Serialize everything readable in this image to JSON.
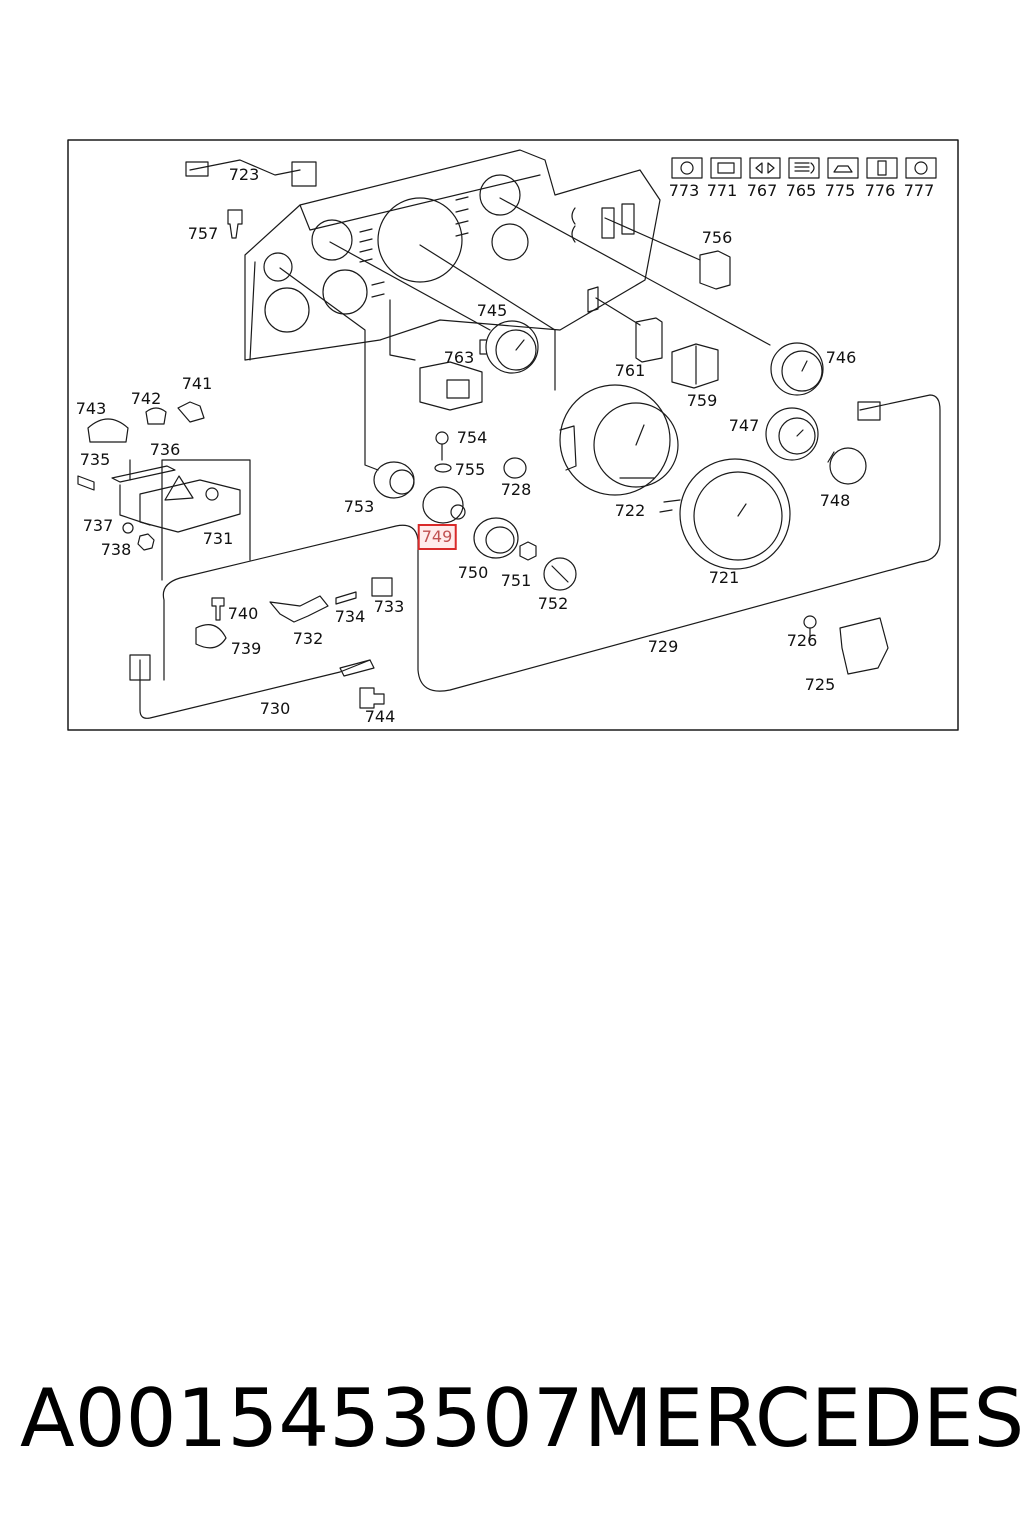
{
  "diagram": {
    "callouts": [
      {
        "id": "723",
        "label": "723"
      },
      {
        "id": "757",
        "label": "757"
      },
      {
        "id": "773",
        "label": "773"
      },
      {
        "id": "771",
        "label": "771"
      },
      {
        "id": "767",
        "label": "767"
      },
      {
        "id": "765",
        "label": "765"
      },
      {
        "id": "775",
        "label": "775"
      },
      {
        "id": "776",
        "label": "776"
      },
      {
        "id": "777",
        "label": "777"
      },
      {
        "id": "756",
        "label": "756"
      },
      {
        "id": "745",
        "label": "745"
      },
      {
        "id": "763",
        "label": "763"
      },
      {
        "id": "761",
        "label": "761"
      },
      {
        "id": "759",
        "label": "759"
      },
      {
        "id": "746",
        "label": "746"
      },
      {
        "id": "741",
        "label": "741"
      },
      {
        "id": "742",
        "label": "742"
      },
      {
        "id": "743",
        "label": "743"
      },
      {
        "id": "736",
        "label": "736"
      },
      {
        "id": "735",
        "label": "735"
      },
      {
        "id": "754",
        "label": "754"
      },
      {
        "id": "755",
        "label": "755"
      },
      {
        "id": "728",
        "label": "728"
      },
      {
        "id": "747",
        "label": "747"
      },
      {
        "id": "748",
        "label": "748"
      },
      {
        "id": "722",
        "label": "722"
      },
      {
        "id": "753",
        "label": "753"
      },
      {
        "id": "749",
        "label": "749",
        "highlighted": true
      },
      {
        "id": "737",
        "label": "737"
      },
      {
        "id": "731",
        "label": "731"
      },
      {
        "id": "738",
        "label": "738"
      },
      {
        "id": "750",
        "label": "750"
      },
      {
        "id": "751",
        "label": "751"
      },
      {
        "id": "752",
        "label": "752"
      },
      {
        "id": "721",
        "label": "721"
      },
      {
        "id": "740",
        "label": "740"
      },
      {
        "id": "734",
        "label": "734"
      },
      {
        "id": "733",
        "label": "733"
      },
      {
        "id": "732",
        "label": "732"
      },
      {
        "id": "739",
        "label": "739"
      },
      {
        "id": "729",
        "label": "729"
      },
      {
        "id": "726",
        "label": "726"
      },
      {
        "id": "725",
        "label": "725"
      },
      {
        "id": "730",
        "label": "730"
      },
      {
        "id": "744",
        "label": "744"
      }
    ],
    "highlight_color": "#d92a2a"
  },
  "caption": {
    "part_number": "A0015453507",
    "brand": "MERCEDES"
  }
}
